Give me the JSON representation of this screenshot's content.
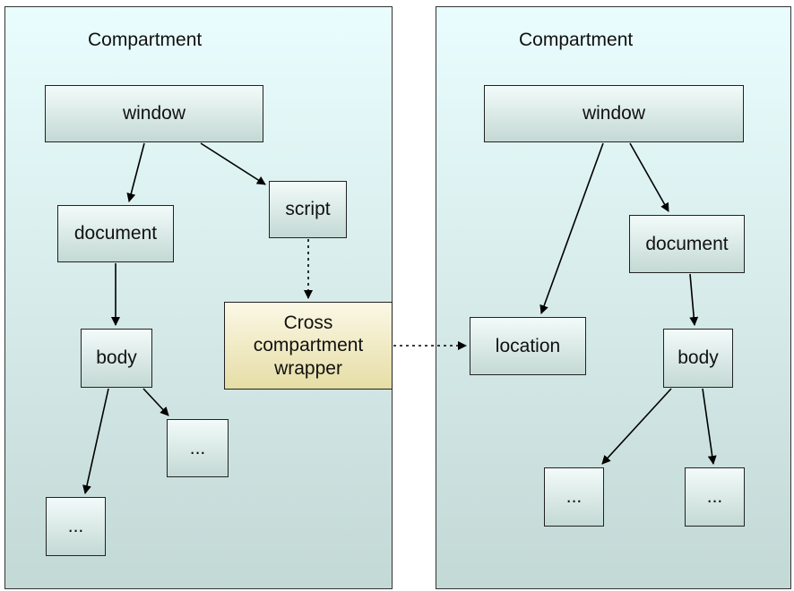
{
  "left_compartment": {
    "title": "Compartment",
    "nodes": {
      "window": "window",
      "document": "document",
      "script": "script",
      "body": "body",
      "child_right": "...",
      "child_bottom": "..."
    }
  },
  "right_compartment": {
    "title": "Compartment",
    "nodes": {
      "window": "window",
      "document": "document",
      "location": "location",
      "body": "body",
      "child_left": "...",
      "child_right": "..."
    }
  },
  "wrapper": {
    "lines": [
      "Cross",
      "compartment",
      "wrapper"
    ]
  },
  "colors": {
    "compartment_top": "#e9fdfe",
    "compartment_bottom": "#c3d9d6",
    "wrapper_fill": "#f1ebc4",
    "edge": "#000000"
  }
}
